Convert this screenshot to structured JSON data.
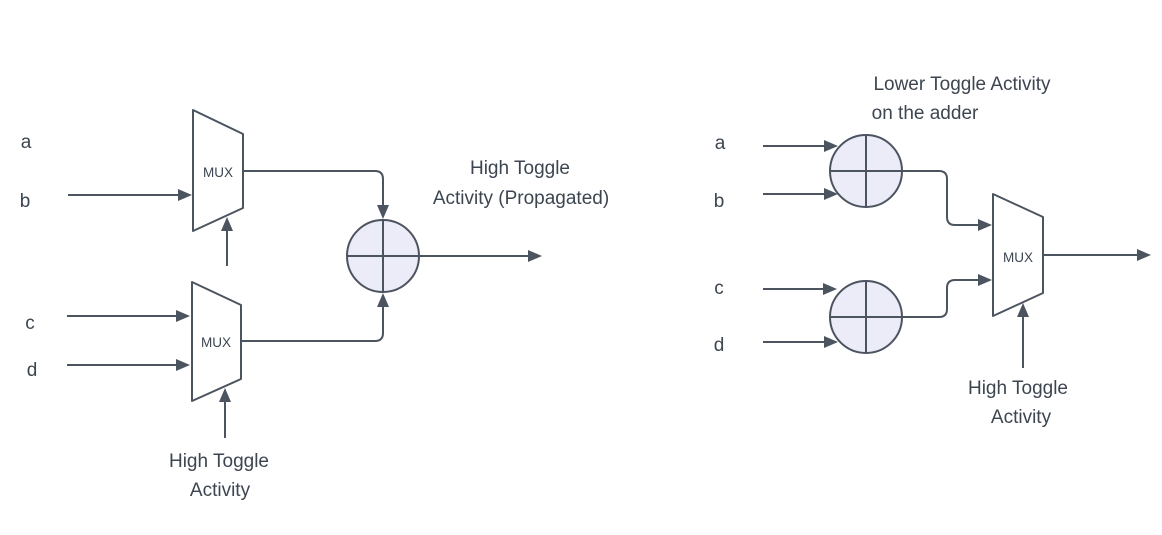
{
  "left": {
    "inputs": [
      "a",
      "b",
      "c",
      "d"
    ],
    "mux1_label": "MUX",
    "mux2_label": "MUX",
    "output_note": [
      "High Toggle",
      "Activity (Propagated)"
    ],
    "select_note": [
      "High Toggle",
      "Activity"
    ]
  },
  "right": {
    "title": [
      "Lower Toggle Activity",
      "on the adder"
    ],
    "inputs": [
      "a",
      "b",
      "c",
      "d"
    ],
    "mux_label": "MUX",
    "select_note": [
      "High Toggle",
      "Activity"
    ]
  },
  "colors": {
    "stroke": "#4c545f",
    "text": "#3c4550",
    "adder_fill": "#ececf9",
    "canvas": "#ffffff"
  }
}
